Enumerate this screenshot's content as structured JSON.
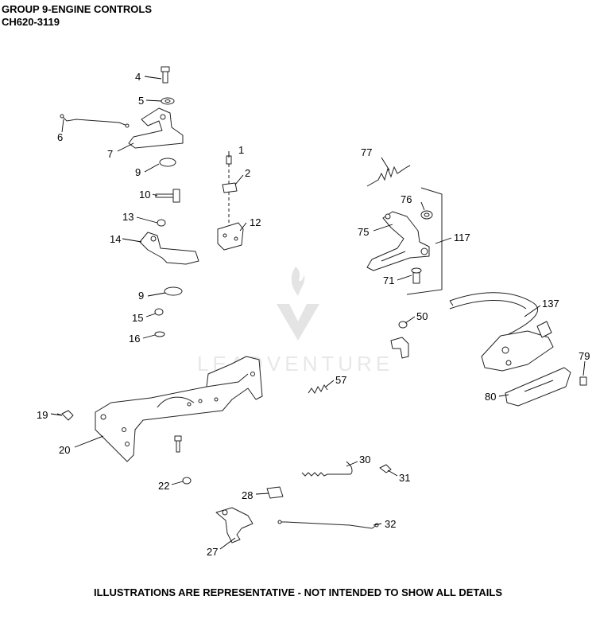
{
  "header": {
    "title": "GROUP 9-ENGINE CONTROLS",
    "model": "CH620-3119"
  },
  "watermark": {
    "text": "LEADVENTURE"
  },
  "callouts": [
    "1",
    "2",
    "4",
    "5",
    "6",
    "7",
    "9",
    "9",
    "10",
    "12",
    "13",
    "14",
    "15",
    "16",
    "19",
    "20",
    "22",
    "27",
    "28",
    "30",
    "31",
    "32",
    "50",
    "57",
    "71",
    "75",
    "76",
    "77",
    "79",
    "80",
    "117",
    "137"
  ],
  "footer": {
    "note": "ILLUSTRATIONS ARE REPRESENTATIVE - NOT INTENDED TO SHOW ALL DETAILS"
  }
}
